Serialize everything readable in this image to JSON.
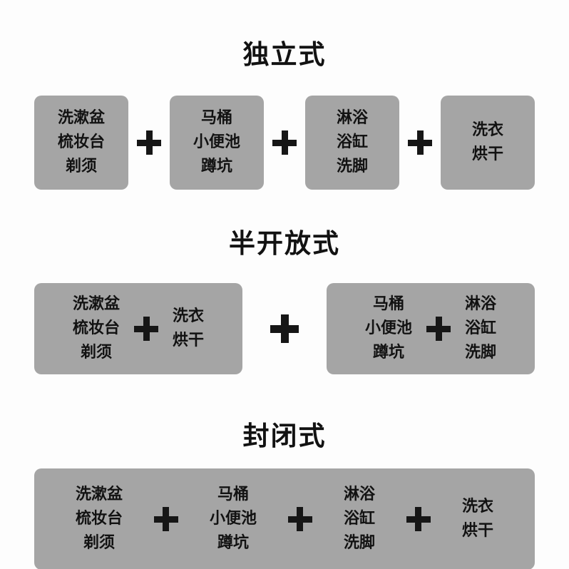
{
  "colors": {
    "background": "#fdfdfd",
    "box": "#a5a5a5",
    "text": "#121212",
    "plus": "#161616"
  },
  "sections": [
    {
      "title": "独立式",
      "layout": "separate",
      "boxes": [
        {
          "lines": [
            "洗漱盆",
            "梳妆台",
            "剃须"
          ]
        },
        {
          "lines": [
            "马桶",
            "小便池",
            "蹲坑"
          ]
        },
        {
          "lines": [
            "淋浴",
            "浴缸",
            "洗脚"
          ]
        },
        {
          "lines": [
            "洗衣",
            "烘干"
          ]
        }
      ]
    },
    {
      "title": "半开放式",
      "layout": "semi-open",
      "boxes": [
        {
          "groups": [
            [
              "洗漱盆",
              "梳妆台",
              "剃须"
            ],
            [
              "洗衣",
              "烘干"
            ]
          ]
        },
        {
          "groups": [
            [
              "马桶",
              "小便池",
              "蹲坑"
            ],
            [
              "淋浴",
              "浴缸",
              "洗脚"
            ]
          ]
        }
      ]
    },
    {
      "title": "封闭式",
      "layout": "closed",
      "boxes": [
        {
          "groups": [
            [
              "洗漱盆",
              "梳妆台",
              "剃须"
            ],
            [
              "马桶",
              "小便池",
              "蹲坑"
            ],
            [
              "淋浴",
              "浴缸",
              "洗脚"
            ],
            [
              "洗衣",
              "烘干"
            ]
          ]
        }
      ]
    }
  ]
}
